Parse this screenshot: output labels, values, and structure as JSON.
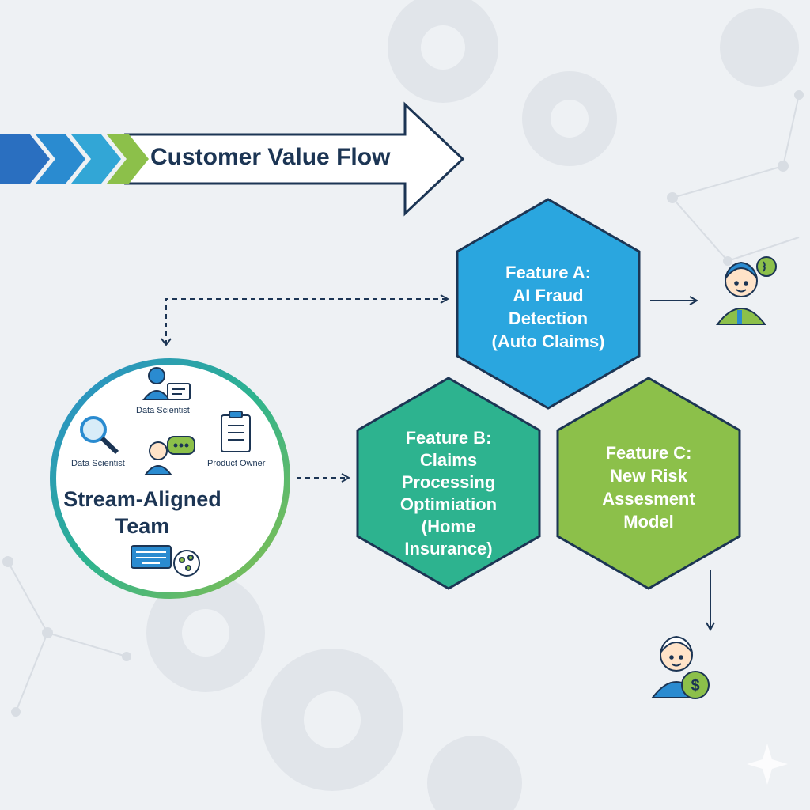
{
  "flow": {
    "title": "Customer Value Flow"
  },
  "team": {
    "name_line1": "Stream-Aligned",
    "name_line2": "Team",
    "roles": {
      "top": "Data Scientist",
      "left": "Data Scientist",
      "right": "Product Owner"
    }
  },
  "features": [
    {
      "line1": "Feature A:",
      "line2": "AI Fraud",
      "line3": "Detection",
      "line4": "(Auto Claims)",
      "line5": "",
      "color": "#2aa6df"
    },
    {
      "line1": "Feature B:",
      "line2": "Claims",
      "line3": "Processing",
      "line4": "Optimiation",
      "line5": "(Home",
      "line6": "Insurance)",
      "color": "#2db38f"
    },
    {
      "line1": "Feature C:",
      "line2": "New Risk",
      "line3": "Assesment",
      "line4": "Model",
      "color": "#8cc04a"
    }
  ],
  "colors": {
    "navy": "#1c3554",
    "blue": "#2a8bd0",
    "teal": "#2db38f",
    "green": "#8cc04a",
    "background": "#eef1f4"
  },
  "icons": [
    "gear-icon",
    "network-icon",
    "search-icon",
    "presenter-icon",
    "chat-person-icon",
    "clipboard-icon",
    "keyboard-icon",
    "customer-icon",
    "dollar-icon",
    "sparkle-icon"
  ]
}
